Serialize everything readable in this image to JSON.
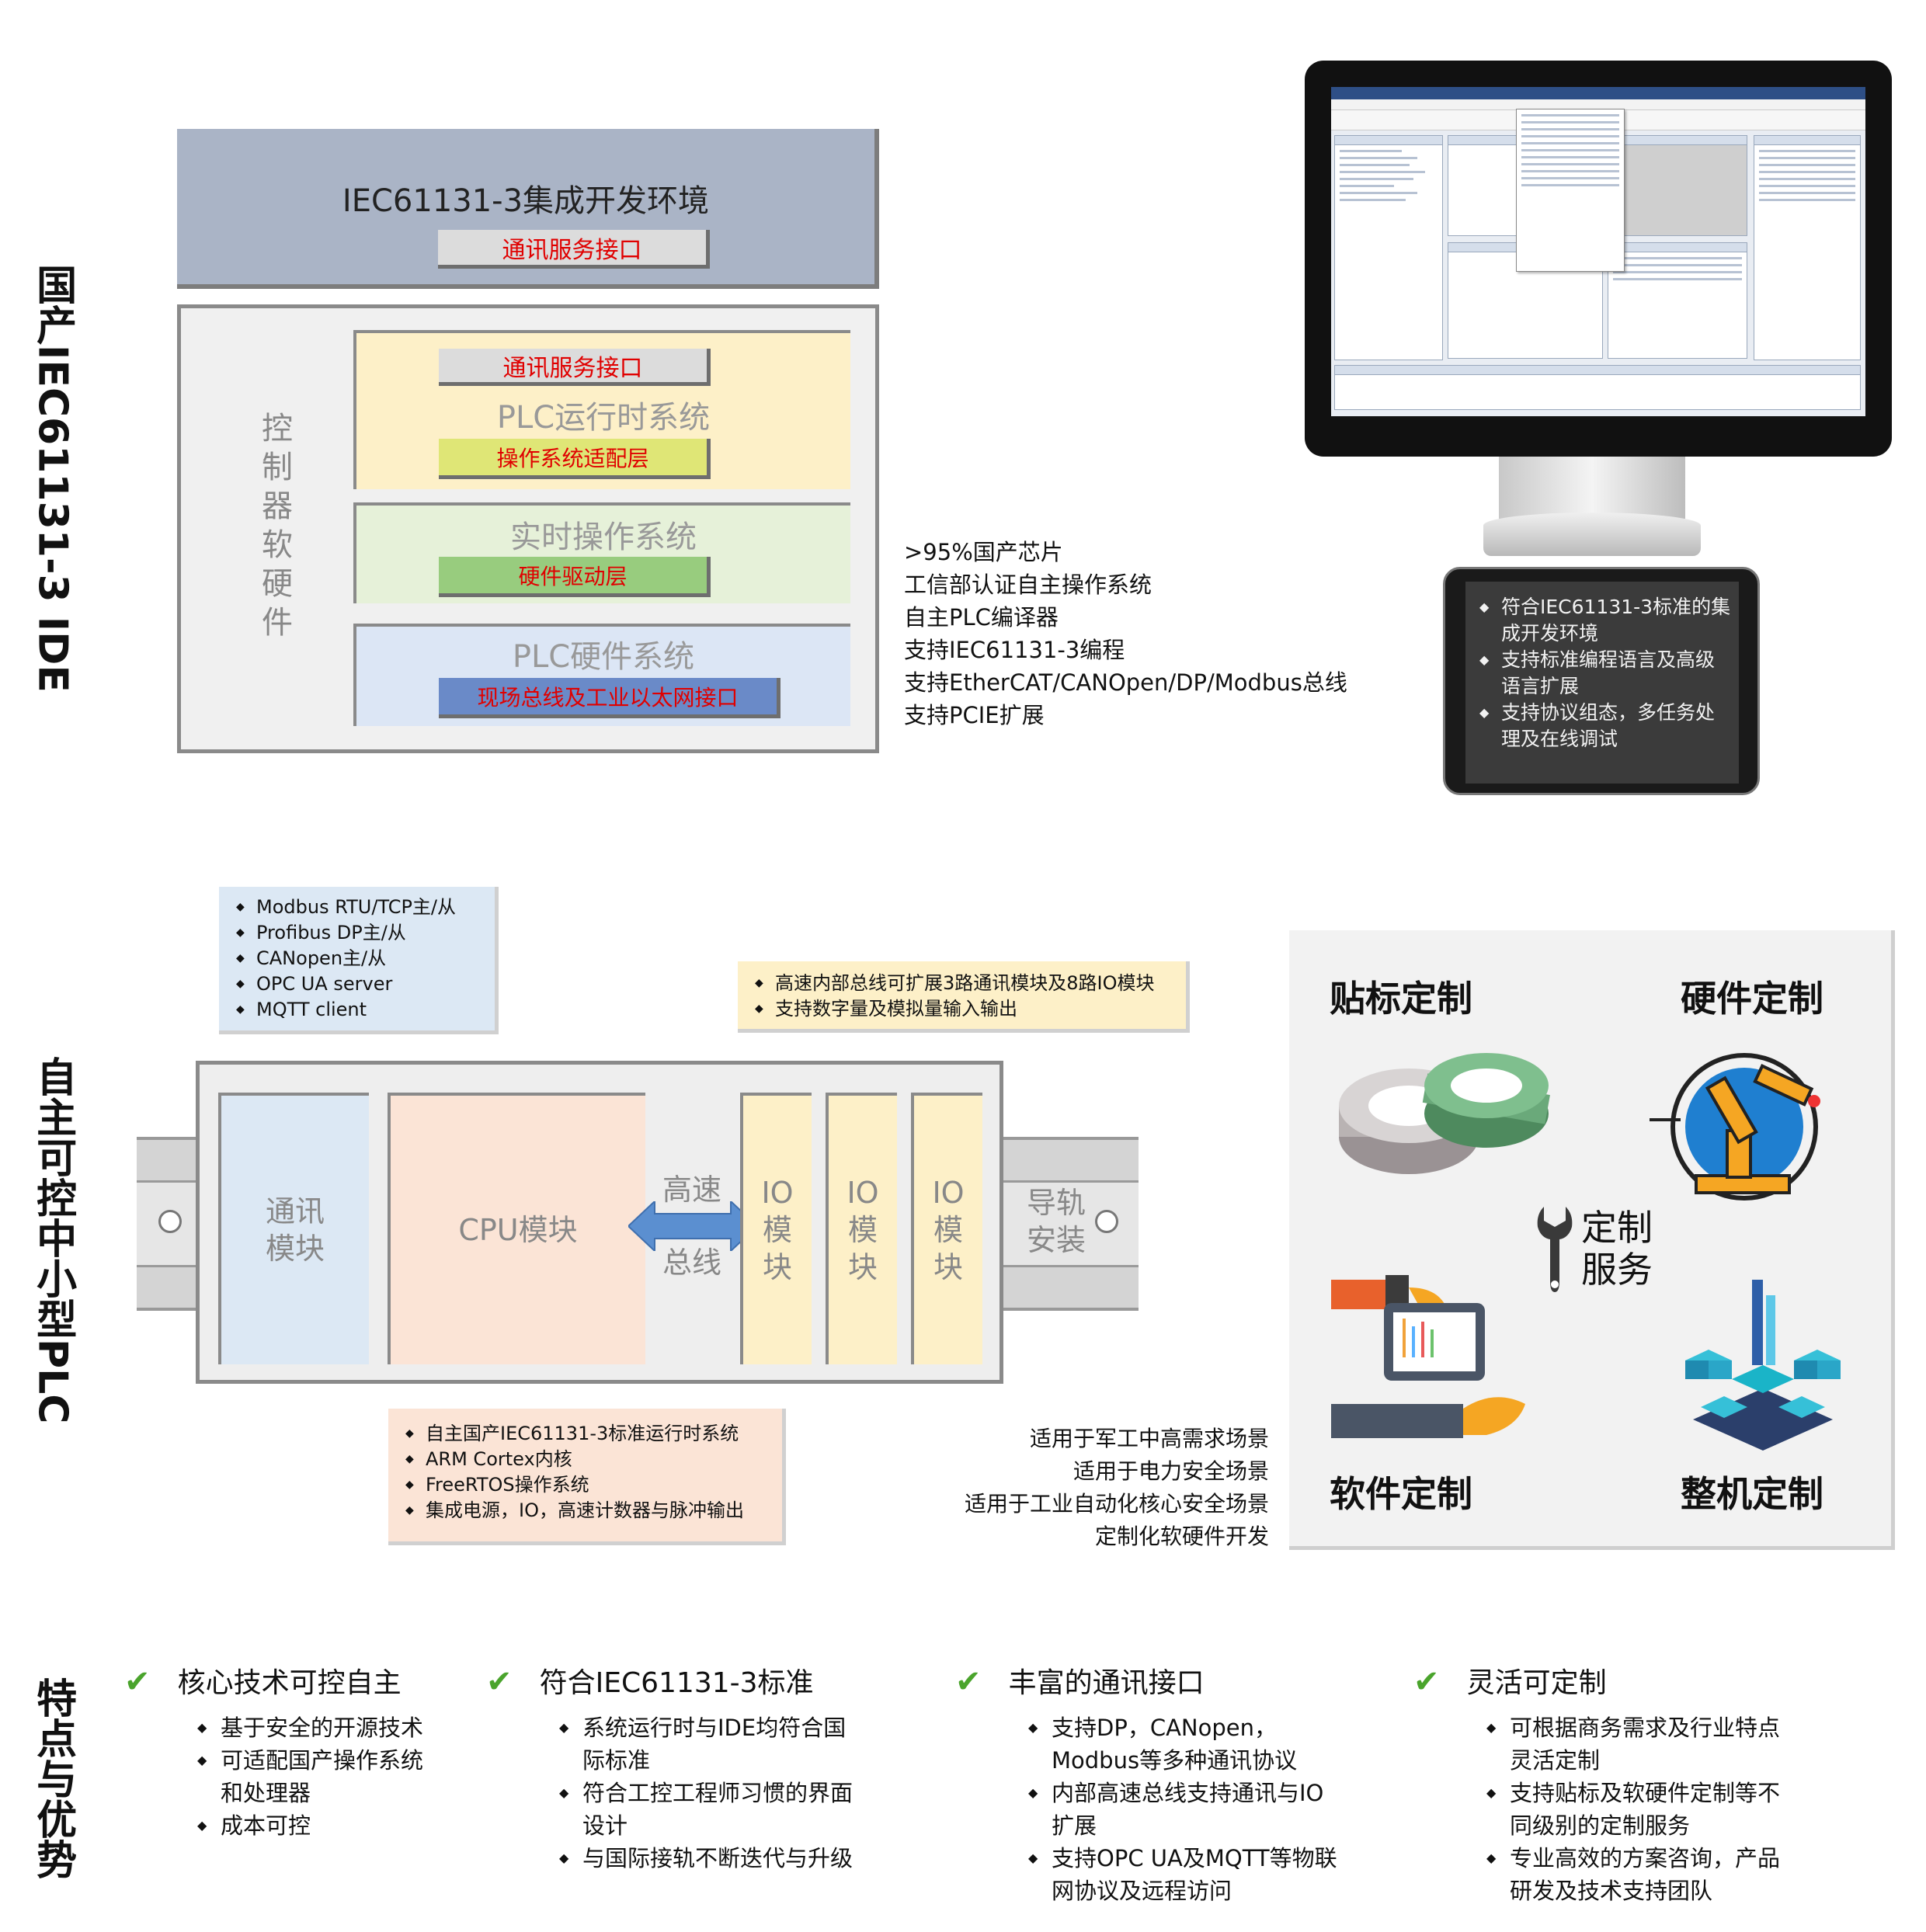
{
  "section_titles": {
    "ide": "国产IEC61131-3 IDE",
    "plc": "自主可控中小型PLC",
    "features": "特点与优势"
  },
  "ide_arch": {
    "ide_title": "IEC61131-3集成开发环境",
    "ide_comm": "通讯服务接口",
    "controller_label": "控制器软硬件",
    "runtime": {
      "comm": "通讯服务接口",
      "title": "PLC运行时系统",
      "adapter": "操作系统适配层"
    },
    "rtos": {
      "title": "实时操作系统",
      "driver": "硬件驱动层"
    },
    "hardware": {
      "title": "PLC硬件系统",
      "bus": "现场总线及工业以太网接口"
    }
  },
  "ide_features": [
    ">95%国产芯片",
    "工信部认证自主操作系统",
    "自主PLC编译器",
    "支持IEC61131-3编程",
    "支持EtherCAT/CANOpen/DP/Modbus总线",
    "支持PCIE扩展"
  ],
  "tablet_items": [
    "符合IEC61131-3标准的集成开发环境",
    "支持标准编程语言及高级语言扩展",
    "支持协议组态，多任务处理及在线调试"
  ],
  "plc": {
    "comm_protocols": [
      "Modbus RTU/TCP主/从",
      "Profibus DP主/从",
      "CANopen主/从",
      "OPC UA server",
      "MQTT client"
    ],
    "io_notes": [
      "高速内部总线可扩展3路通讯模块及8路IO模块",
      "支持数字量及模拟量输入输出"
    ],
    "cpu_notes": [
      "自主国产IEC61131-3标准运行时系统",
      "ARM Cortex内核",
      "FreeRTOS操作系统",
      "集成电源，IO，高速计数器与脉冲输出"
    ],
    "modules": {
      "comm": "通讯模块",
      "cpu": "CPU模块",
      "bus_top": "高速",
      "bus_bottom": "总线",
      "io": "IO模块",
      "rail": "导轨安装"
    },
    "use_cases": [
      "适用于军工中高需求场景",
      "适用于电力安全场景",
      "适用于工业自动化核心安全场景",
      "定制化软硬件开发"
    ]
  },
  "custom": {
    "label_tl": "贴标定制",
    "label_tr": "硬件定制",
    "label_bl": "软件定制",
    "label_br": "整机定制",
    "center_1": "定制",
    "center_2": "服务"
  },
  "features": [
    {
      "title": "核心技术可控自主",
      "items": [
        "基于安全的开源技术",
        "可适配国产操作系统和处理器",
        "成本可控"
      ]
    },
    {
      "title": "符合IEC61131-3标准",
      "items": [
        "系统运行时与IDE均符合国际标准",
        "符合工控工程师习惯的界面设计",
        "与国际接轨不断迭代与升级"
      ]
    },
    {
      "title": "丰富的通讯接口",
      "items": [
        "支持DP，CANopen，Modbus等多种通讯协议",
        "内部高速总线支持通讯与IO扩展",
        "支持OPC UA及MQTT等物联网协议及远程访问"
      ]
    },
    {
      "title": "灵活可定制",
      "items": [
        "可根据商务需求及行业特点灵活定制",
        "支持贴标及软硬件定制等不同级别的定制服务",
        "专业高效的方案咨询，产品研发及技术支持团队"
      ]
    }
  ],
  "colors": {
    "ide_bg": "#aab4c6",
    "runtime_bg": "#fdf0c8",
    "rtos_bg": "#e6f1d9",
    "hw_bg": "#dce6f5",
    "adapter_btn": "#dfe676",
    "driver_btn": "#98cc7e",
    "bus_btn": "#6a8ac8",
    "comm_mod": "#dce8f4",
    "cpu_mod": "#fbe4d6",
    "io_mod": "#fdf0c8",
    "arrow": "#5b8fd0",
    "check": "#4aa42c"
  }
}
